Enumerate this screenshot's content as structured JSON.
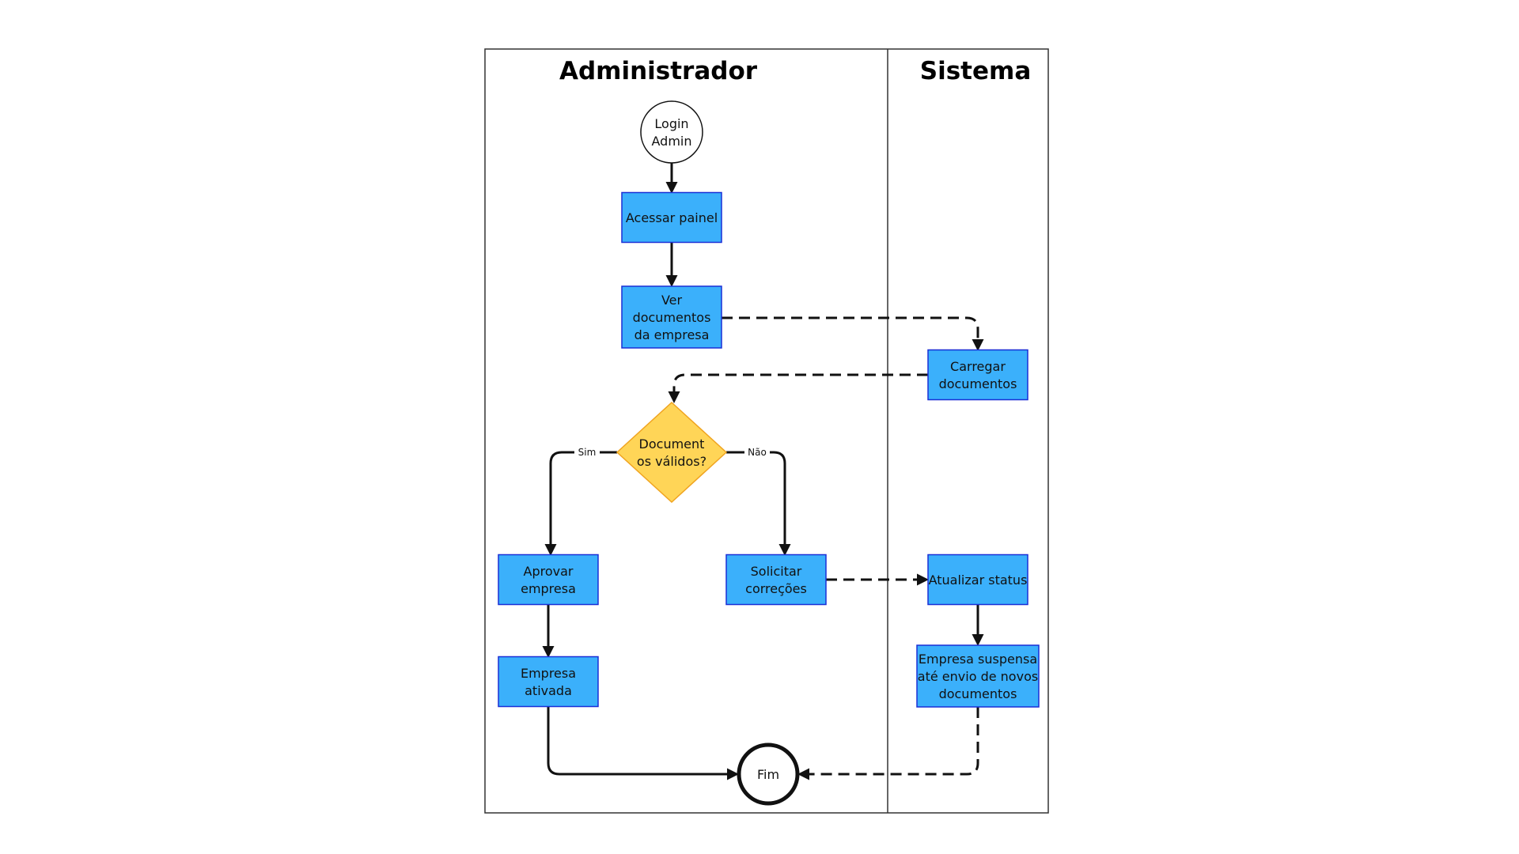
{
  "diagram": {
    "lanes": [
      {
        "id": "admin",
        "title": "Administrador"
      },
      {
        "id": "system",
        "title": "Sistema"
      }
    ],
    "colors": {
      "process_fill": "#3bb0fb",
      "process_stroke": "#1a2fd6",
      "decision_fill": "#ffd557",
      "decision_stroke": "#f0a420",
      "terminal_fill": "#ffffff",
      "line": "#111111"
    },
    "nodes": [
      {
        "id": "login",
        "shape": "circle",
        "lines": [
          "Login",
          "Admin"
        ]
      },
      {
        "id": "painel",
        "shape": "rect",
        "lines": [
          "Acessar painel"
        ]
      },
      {
        "id": "ver_docs",
        "shape": "rect",
        "lines": [
          "Ver",
          "documentos",
          "da empresa"
        ]
      },
      {
        "id": "carregar",
        "shape": "rect",
        "lines": [
          "Carregar",
          "documentos"
        ]
      },
      {
        "id": "decisao",
        "shape": "diamond",
        "lines": [
          "Document",
          "os válidos?"
        ]
      },
      {
        "id": "aprovar",
        "shape": "rect",
        "lines": [
          "Aprovar",
          "empresa"
        ]
      },
      {
        "id": "solicitar",
        "shape": "rect",
        "lines": [
          "Solicitar",
          "correções"
        ]
      },
      {
        "id": "atualizar",
        "shape": "rect",
        "lines": [
          "Atualizar status"
        ]
      },
      {
        "id": "ativada",
        "shape": "rect",
        "lines": [
          "Empresa",
          "ativada"
        ]
      },
      {
        "id": "suspensa",
        "shape": "rect",
        "lines": [
          "Empresa suspensa",
          "até envio de novos",
          "documentos"
        ]
      },
      {
        "id": "fim",
        "shape": "circle-bold",
        "lines": [
          "Fim"
        ]
      }
    ],
    "edges": [
      {
        "id": "e1",
        "from": "login",
        "to": "painel",
        "style": "solid",
        "label": ""
      },
      {
        "id": "e2",
        "from": "painel",
        "to": "ver_docs",
        "style": "solid",
        "label": ""
      },
      {
        "id": "e3",
        "from": "ver_docs",
        "to": "carregar",
        "style": "dashed",
        "label": ""
      },
      {
        "id": "e4",
        "from": "carregar",
        "to": "decisao",
        "style": "dashed",
        "label": ""
      },
      {
        "id": "e5",
        "from": "decisao",
        "to": "aprovar",
        "style": "solid",
        "label": "Sim"
      },
      {
        "id": "e6",
        "from": "decisao",
        "to": "solicitar",
        "style": "solid",
        "label": "Não"
      },
      {
        "id": "e7",
        "from": "solicitar",
        "to": "atualizar",
        "style": "dashed",
        "label": ""
      },
      {
        "id": "e8",
        "from": "aprovar",
        "to": "ativada",
        "style": "solid",
        "label": ""
      },
      {
        "id": "e9",
        "from": "atualizar",
        "to": "suspensa",
        "style": "solid",
        "label": ""
      },
      {
        "id": "e10",
        "from": "ativada",
        "to": "fim",
        "style": "solid",
        "label": ""
      },
      {
        "id": "e11",
        "from": "suspensa",
        "to": "fim",
        "style": "dashed",
        "label": ""
      }
    ]
  }
}
